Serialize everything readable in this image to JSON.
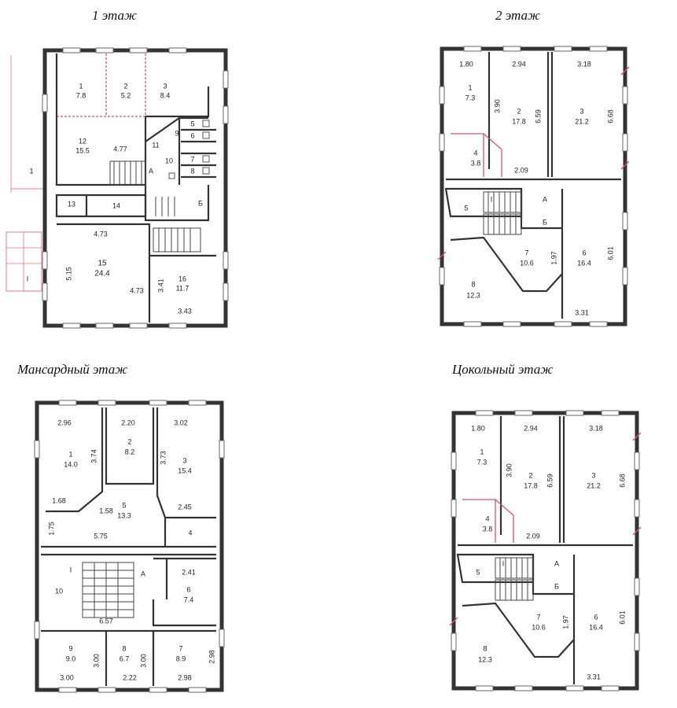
{
  "floors": [
    {
      "key": "f1",
      "title": "1 этаж",
      "rooms": [
        {
          "t": "1",
          "c": "red"
        },
        {
          "t": "7.8",
          "c": "red"
        },
        {
          "t": "2",
          "c": "red"
        },
        {
          "t": "5.2",
          "c": "red"
        },
        {
          "t": "3",
          "c": "red"
        },
        {
          "t": "8.4",
          "c": "red"
        },
        {
          "t": "12",
          "c": "red"
        },
        {
          "t": "15.5",
          "c": "red"
        },
        {
          "t": "4.77"
        },
        {
          "t": "5"
        },
        {
          "t": "6"
        },
        {
          "t": "7"
        },
        {
          "t": "8"
        },
        {
          "t": "9"
        },
        {
          "t": "10"
        },
        {
          "t": "11"
        },
        {
          "t": "A"
        },
        {
          "t": "13"
        },
        {
          "t": "14"
        },
        {
          "t": "Б"
        },
        {
          "t": "4.73"
        },
        {
          "t": "15"
        },
        {
          "t": "24.4"
        },
        {
          "t": "5.15"
        },
        {
          "t": "4.73"
        },
        {
          "t": "3.41"
        },
        {
          "t": "16"
        },
        {
          "t": "11.7"
        },
        {
          "t": "3.43"
        },
        {
          "t": "1",
          "c": "red"
        },
        {
          "t": "I",
          "c": "red"
        }
      ]
    },
    {
      "key": "f2",
      "title": "2 этаж",
      "rooms": [
        {
          "t": "1.80"
        },
        {
          "t": "2.94"
        },
        {
          "t": "3.18"
        },
        {
          "t": "1",
          "c": "red"
        },
        {
          "t": "7.3",
          "c": "red"
        },
        {
          "t": "3.90"
        },
        {
          "t": "2",
          "c": "red"
        },
        {
          "t": "17.8",
          "c": "red"
        },
        {
          "t": "6.59"
        },
        {
          "t": "3"
        },
        {
          "t": "21.2"
        },
        {
          "t": "6.68"
        },
        {
          "t": "4",
          "c": "red"
        },
        {
          "t": "3.8",
          "c": "red"
        },
        {
          "t": "2.09"
        },
        {
          "t": "I",
          "c": "red"
        },
        {
          "t": "A"
        },
        {
          "t": "5"
        },
        {
          "t": "Б"
        },
        {
          "t": "7"
        },
        {
          "t": "10.6"
        },
        {
          "t": "1.97"
        },
        {
          "t": "6"
        },
        {
          "t": "16.4"
        },
        {
          "t": "6.01"
        },
        {
          "t": "8"
        },
        {
          "t": "12.3"
        },
        {
          "t": "3.31"
        }
      ]
    },
    {
      "key": "f3",
      "title": "Мансардный этаж",
      "rooms": [
        {
          "t": "2.96"
        },
        {
          "t": "2.20"
        },
        {
          "t": "3.02"
        },
        {
          "t": "1"
        },
        {
          "t": "14.0"
        },
        {
          "t": "3.74"
        },
        {
          "t": "2"
        },
        {
          "t": "8.2"
        },
        {
          "t": "3.73"
        },
        {
          "t": "3"
        },
        {
          "t": "15.4"
        },
        {
          "t": "1.68"
        },
        {
          "t": "1.58"
        },
        {
          "t": "5"
        },
        {
          "t": "13.3"
        },
        {
          "t": "2.45"
        },
        {
          "t": "1.75"
        },
        {
          "t": "5.75"
        },
        {
          "t": "4"
        },
        {
          "t": "I",
          "c": "red"
        },
        {
          "t": "A"
        },
        {
          "t": "2.41"
        },
        {
          "t": "10"
        },
        {
          "t": "6"
        },
        {
          "t": "7.4"
        },
        {
          "t": "6.57"
        },
        {
          "t": "9"
        },
        {
          "t": "9.0"
        },
        {
          "t": "3.00"
        },
        {
          "t": "8"
        },
        {
          "t": "6.7"
        },
        {
          "t": "3.00"
        },
        {
          "t": "7"
        },
        {
          "t": "8.9"
        },
        {
          "t": "2.98"
        },
        {
          "t": "3.00"
        },
        {
          "t": "2.22"
        },
        {
          "t": "2.98"
        }
      ]
    },
    {
      "key": "f4",
      "title": "Цокольный этаж",
      "rooms": [
        {
          "t": "1.80"
        },
        {
          "t": "2.94"
        },
        {
          "t": "3.18"
        },
        {
          "t": "1",
          "c": "red"
        },
        {
          "t": "7.3",
          "c": "red"
        },
        {
          "t": "3.90"
        },
        {
          "t": "2",
          "c": "red"
        },
        {
          "t": "17.8",
          "c": "red"
        },
        {
          "t": "6.59"
        },
        {
          "t": "3"
        },
        {
          "t": "21.2"
        },
        {
          "t": "6.68"
        },
        {
          "t": "4",
          "c": "red"
        },
        {
          "t": "3.8",
          "c": "red"
        },
        {
          "t": "2.09"
        },
        {
          "t": "I",
          "c": "red"
        },
        {
          "t": "A"
        },
        {
          "t": "5"
        },
        {
          "t": "Б"
        },
        {
          "t": "7"
        },
        {
          "t": "10.6"
        },
        {
          "t": "1.97"
        },
        {
          "t": "6"
        },
        {
          "t": "16.4"
        },
        {
          "t": "6.01"
        },
        {
          "t": "8"
        },
        {
          "t": "12.3"
        },
        {
          "t": "3.31"
        }
      ]
    }
  ]
}
